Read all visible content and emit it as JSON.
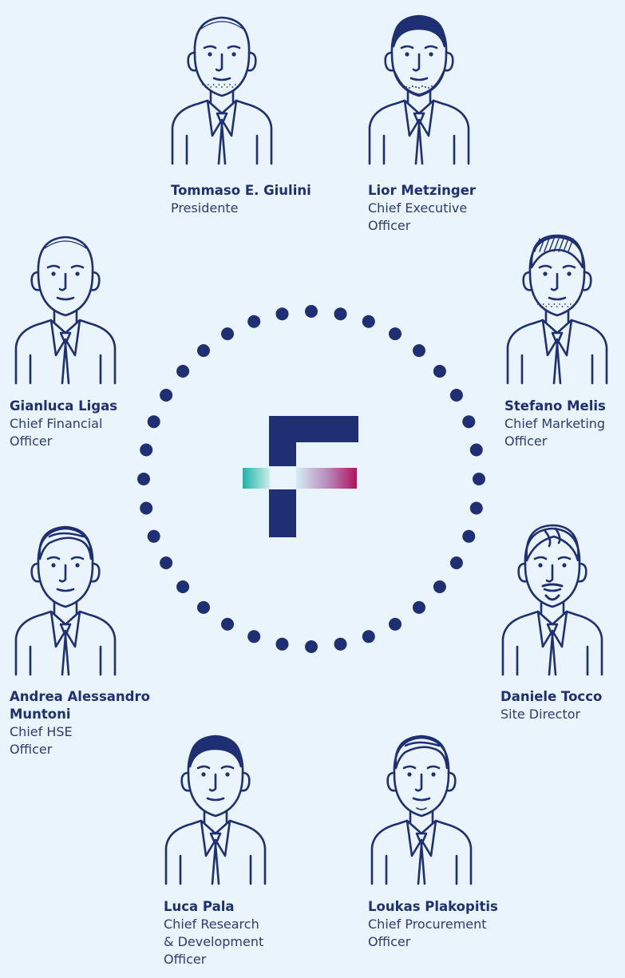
{
  "colors": {
    "background": "#eaf4fc",
    "ink": "#1f2f73",
    "logo_teal": "#1fb3a9",
    "logo_magenta": "#b0115f"
  },
  "logo": {
    "icon": "f-logo-mark"
  },
  "people": [
    {
      "id": "tommaso",
      "name": "Tommaso E. Giulini",
      "role_lines": [
        "Presidente"
      ],
      "hair": "bald",
      "beard": "stubble"
    },
    {
      "id": "lior",
      "name": "Lior Metzinger",
      "role_lines": [
        "Chief Executive",
        "Officer"
      ],
      "hair": "short",
      "beard": "beard"
    },
    {
      "id": "gianluca",
      "name": "Gianluca Ligas",
      "role_lines": [
        "Chief Financial",
        "Officer"
      ],
      "hair": "bald",
      "beard": "none"
    },
    {
      "id": "stefano",
      "name": "Stefano Melis",
      "role_lines": [
        "Chief Marketing",
        "Officer"
      ],
      "hair": "hatched",
      "beard": "stubble"
    },
    {
      "id": "andrea",
      "name": "Andrea Alessandro Muntoni",
      "name_lines": [
        "Andrea Alessandro",
        "Muntoni"
      ],
      "role_lines": [
        "Chief HSE",
        "Officer"
      ],
      "hair": "combed",
      "beard": "none"
    },
    {
      "id": "daniele",
      "name": "Daniele Tocco",
      "role_lines": [
        "Site Director"
      ],
      "hair": "swept",
      "beard": "goatee"
    },
    {
      "id": "luca",
      "name": "Luca Pala",
      "role_lines": [
        "Chief Research",
        "& Development",
        "Officer"
      ],
      "hair": "short",
      "beard": "none"
    },
    {
      "id": "loukas",
      "name": "Loukas Plakopitis",
      "role_lines": [
        "Chief Procurement",
        "Officer"
      ],
      "hair": "combed",
      "beard": "chin"
    }
  ]
}
